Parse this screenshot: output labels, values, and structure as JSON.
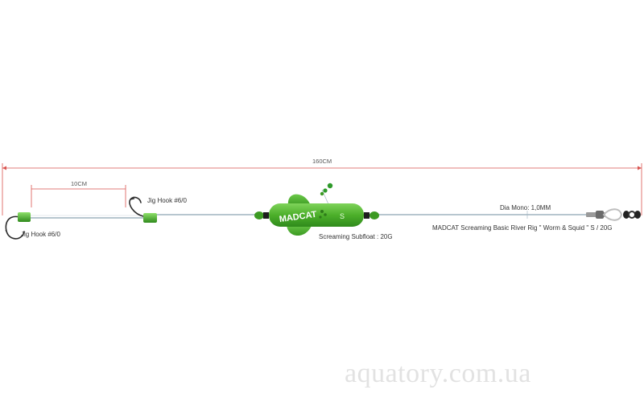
{
  "dimensions": {
    "total_length": "160CM",
    "hook_spacing": "10CM"
  },
  "labels": {
    "hook_left": "Jig Hook #6/0",
    "hook_right": "Jig Hook #6/0",
    "float": "Screaming Subfloat : 20G",
    "mono": "Dia Mono: 1,0MM",
    "product": "MADCAT Screaming Basic River Rig \" Worm & Squid \" S / 20G"
  },
  "float_branding": {
    "brand": "MADCAT",
    "size": "S"
  },
  "colors": {
    "dimension_line": "#d9534f",
    "float_green": "#4caf2a",
    "line": "#9fb3bf",
    "bead": "#2e9a2a"
  },
  "watermark": "aquatory.com.ua"
}
